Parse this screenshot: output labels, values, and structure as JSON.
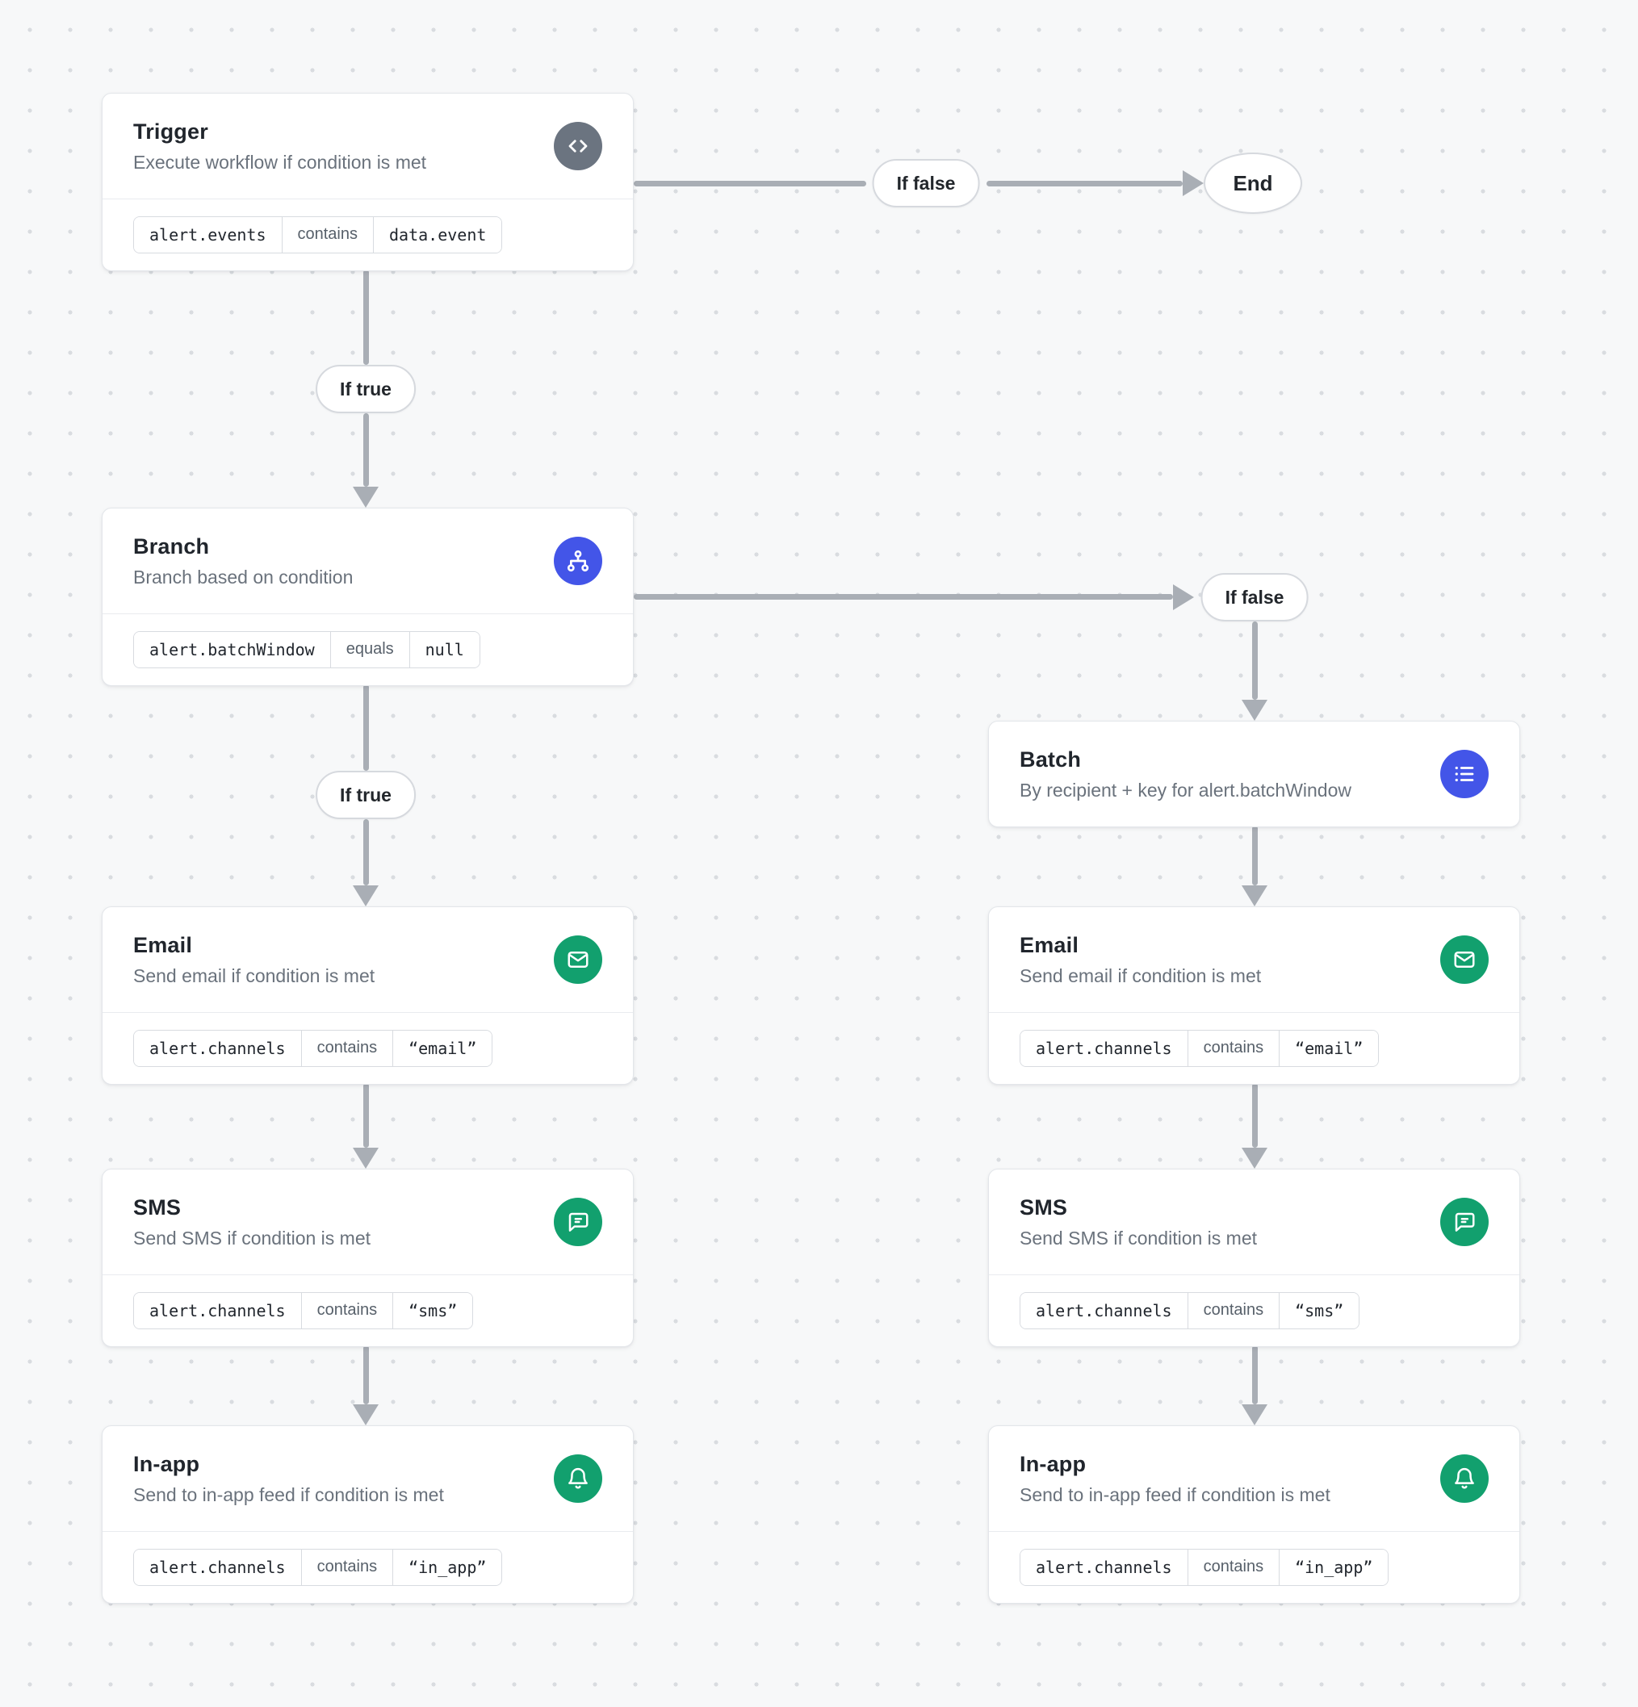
{
  "canvas": {
    "background": "#f7f8f9",
    "dot_color": "#d9dce0",
    "arrow_color": "#a9aeb5"
  },
  "colors": {
    "trigger_icon_bg": "#6b7480",
    "branch_icon_bg": "#4355e8",
    "channel_icon_bg": "#12a06e"
  },
  "edge_labels": {
    "trigger_true": "If true",
    "trigger_false": "If false",
    "branch_true": "If true",
    "branch_false": "If false",
    "end": "End"
  },
  "nodes": {
    "trigger": {
      "title": "Trigger",
      "subtitle": "Execute workflow if condition is met",
      "icon": "code-icon",
      "condition": {
        "field": "alert.events",
        "operator": "contains",
        "value": "data.event"
      }
    },
    "branch": {
      "title": "Branch",
      "subtitle": "Branch based on condition",
      "icon": "branch-icon",
      "condition": {
        "field": "alert.batchWindow",
        "operator": "equals",
        "value": "null"
      }
    },
    "batch": {
      "title": "Batch",
      "subtitle": "By recipient + key for alert.batchWindow",
      "icon": "list-icon"
    },
    "email_true": {
      "title": "Email",
      "subtitle": "Send email if condition is met",
      "icon": "email-icon",
      "condition": {
        "field": "alert.channels",
        "operator": "contains",
        "value": "“email”"
      }
    },
    "sms_true": {
      "title": "SMS",
      "subtitle": "Send SMS if condition is met",
      "icon": "sms-icon",
      "condition": {
        "field": "alert.channels",
        "operator": "contains",
        "value": "“sms”"
      }
    },
    "inapp_true": {
      "title": "In-app",
      "subtitle": "Send to in-app feed if condition is met",
      "icon": "bell-icon",
      "condition": {
        "field": "alert.channels",
        "operator": "contains",
        "value": "“in_app”"
      }
    },
    "email_false": {
      "title": "Email",
      "subtitle": "Send email if condition is met",
      "icon": "email-icon",
      "condition": {
        "field": "alert.channels",
        "operator": "contains",
        "value": "“email”"
      }
    },
    "sms_false": {
      "title": "SMS",
      "subtitle": "Send SMS if condition is met",
      "icon": "sms-icon",
      "condition": {
        "field": "alert.channels",
        "operator": "contains",
        "value": "“sms”"
      }
    },
    "inapp_false": {
      "title": "In-app",
      "subtitle": "Send to in-app feed if condition is met",
      "icon": "bell-icon",
      "condition": {
        "field": "alert.channels",
        "operator": "contains",
        "value": "“in_app”"
      }
    }
  }
}
